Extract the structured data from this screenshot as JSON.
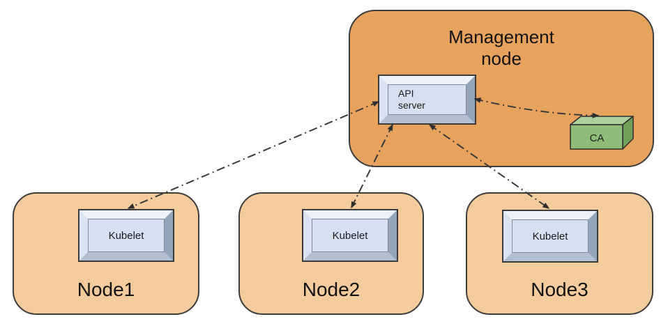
{
  "diagram": {
    "title_hint": "Kubernetes TLS bootstrap architecture",
    "management_node": {
      "label": "Management node",
      "api_server": {
        "label": "API server"
      },
      "ca": {
        "label": "CA"
      }
    },
    "worker_nodes": [
      {
        "label": "Node1",
        "kubelet_label": "Kubelet"
      },
      {
        "label": "Node2",
        "kubelet_label": "Kubelet"
      },
      {
        "label": "Node3",
        "kubelet_label": "Kubelet"
      }
    ],
    "connections": [
      {
        "from": "API server",
        "to": "Kubelet (Node1)",
        "style": "dash-dot",
        "bidirectional": true
      },
      {
        "from": "API server",
        "to": "Kubelet (Node2)",
        "style": "dash-dot",
        "bidirectional": true
      },
      {
        "from": "API server",
        "to": "Kubelet (Node3)",
        "style": "dash-dot",
        "bidirectional": true
      },
      {
        "from": "API server",
        "to": "CA",
        "style": "dash-dot",
        "bidirectional": true
      }
    ],
    "colors": {
      "management_node_fill": "#e7a35e",
      "worker_node_fill": "#f3cb9c",
      "component_face": "#d5e1f1",
      "bevel_light": "#ecf1fa",
      "bevel_dark": "#94a4b9",
      "ca_front": "#8fbc79",
      "ca_top": "#aed09a",
      "ca_side": "#6f9f59",
      "outline": "#3c3c3c",
      "connector": "#3a3a3a",
      "text": "#131313"
    }
  }
}
